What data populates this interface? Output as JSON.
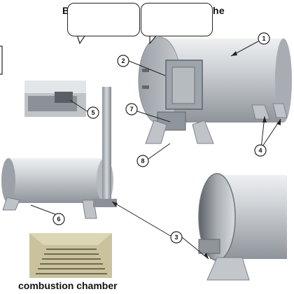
{
  "title_fragments": {
    "left": "B",
    "right": "he"
  },
  "caption": "combustion chamber",
  "callouts": [
    "1",
    "2",
    "3",
    "4",
    "5",
    "6",
    "7",
    "8"
  ],
  "colors": {
    "steel_light": "#d3d7db",
    "steel_mid": "#aeb3b8",
    "steel_dark": "#7d838a",
    "chamber_tan": "#c9c29d",
    "chamber_grate": "#6e6a52"
  }
}
